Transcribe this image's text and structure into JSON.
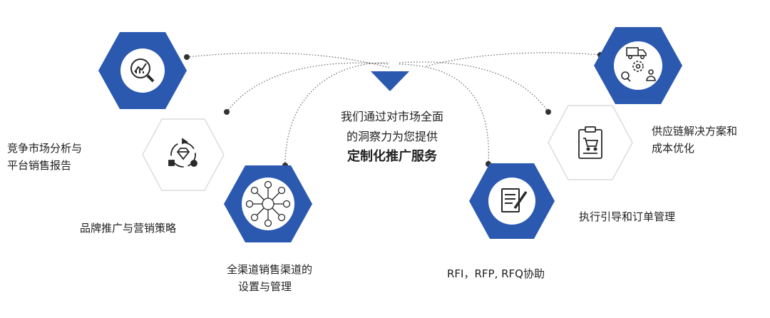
{
  "center": {
    "line1": "我们通过对市场全面",
    "line2": "的洞察力为您提供",
    "line3": "定制化推广服务"
  },
  "services": [
    {
      "label_lines": [
        "竞争市场分析与",
        "平台销售报告"
      ],
      "icon": "chart-magnifier-icon",
      "style": "blue"
    },
    {
      "label_lines": [
        "品牌推广与营销策略"
      ],
      "icon": "diamond-badge-icon",
      "style": "white"
    },
    {
      "label_lines": [
        "全渠道销售渠道的",
        "设置与管理"
      ],
      "icon": "omnichannel-network-icon",
      "style": "blue"
    },
    {
      "label_lines": [
        "RFI，RFP, RFQ协助"
      ],
      "icon": "document-pen-icon",
      "style": "blue"
    },
    {
      "label_lines": [
        "执行引导和订单管理"
      ],
      "icon": "clipboard-cart-icon",
      "style": "white"
    },
    {
      "label_lines": [
        "供应链解决方案和",
        "成本优化"
      ],
      "icon": "truck-gear-icon",
      "style": "blue"
    }
  ],
  "colors": {
    "brand_blue": "#2b59b0",
    "white_hex_shadow": "#d8d8d8",
    "line": "#555555"
  }
}
